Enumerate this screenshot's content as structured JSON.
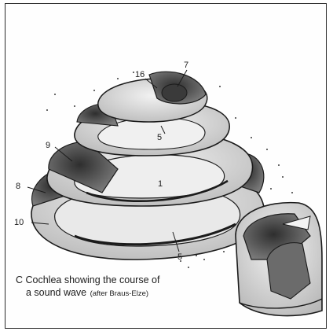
{
  "caption": {
    "line1": "C  Cochlea showing the course of",
    "line2": "a sound wave",
    "attribution": "(after Braus-Elze)"
  },
  "labels": [
    "16",
    "7",
    "5",
    "9",
    "1",
    "8",
    "10",
    "5"
  ],
  "colors": {
    "outline": "#1b1b1b",
    "shade_dark": "#4a4a4a",
    "shade_mid": "#8f8f8f",
    "shade_light": "#d2d2d2",
    "paper": "#fefefe"
  }
}
